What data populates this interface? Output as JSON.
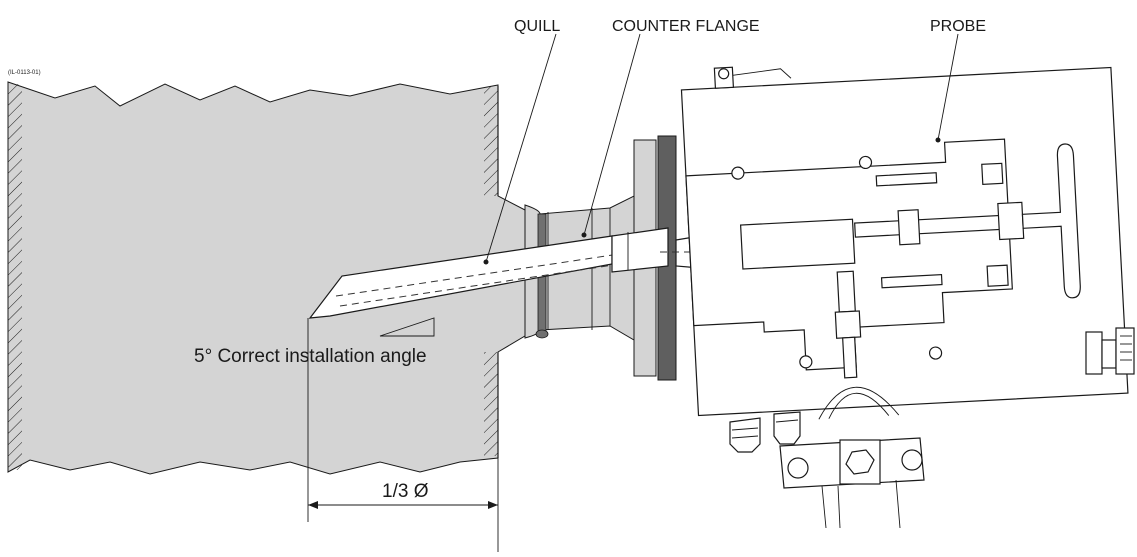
{
  "drawing_ref": "(IL-0113-01)",
  "labels": {
    "quill": "QUILL",
    "counter_flange": "COUNTER FLANGE",
    "probe": "PROBE",
    "angle_note": "5° Correct installation angle",
    "depth_dimension": "1/3 Ø"
  },
  "colors": {
    "pipe_fill": "#d4d4d4",
    "gasket_fill": "#5f5f5f",
    "line": "#1a1a1a",
    "background": "#ffffff"
  }
}
